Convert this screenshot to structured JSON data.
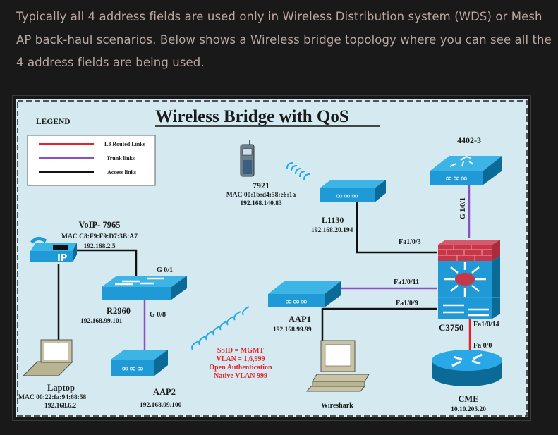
{
  "intro_text": "Typically all 4 address fields are used only in Wireless Distribution system (WDS) or Mesh AP back-haul scenarios. Below shows a Wireless bridge topology where you can see all the 4 address fields are being used.",
  "diagram": {
    "title": "Wireless Bridge with QoS",
    "legend": {
      "heading": "LEGEND",
      "items": [
        {
          "label": "L3 Routed Links",
          "color": "#e8202a"
        },
        {
          "label": "Trunk links",
          "color": "#8b4fc4"
        },
        {
          "label": "Access links",
          "color": "#111111"
        }
      ]
    },
    "devices": {
      "phone7921": {
        "name": "7921",
        "mac": "MAC 00:1b:d4:58:e6:1a",
        "ip": "192.168.140.83"
      },
      "l1130": {
        "name": "L1130",
        "ip": "192.168.20.194"
      },
      "wlc": {
        "name": "4402-3"
      },
      "voip": {
        "name": "VoIP- 7965",
        "mac": "MAC C8:F9:F9:D7:3B:A7",
        "ip": "192.168.2.5"
      },
      "r2960": {
        "name": "R2960",
        "ip": "192.168.99.101"
      },
      "aap1": {
        "name": "AAP1",
        "ip": "192.168.99.99"
      },
      "aap2": {
        "name": "AAP2",
        "ip": "192.168.99.100"
      },
      "laptop": {
        "name": "Laptop",
        "mac": "MAC 00:22:fa:94:68:58",
        "ip": "192.168.6.2"
      },
      "wireshark": {
        "name": "Wireshark"
      },
      "c3750": {
        "name": "C3750"
      },
      "cme": {
        "name": "CME",
        "ip": "10.10.205.20"
      }
    },
    "ports": {
      "g01": "G 0/1",
      "g08": "G 0/8",
      "fa103": "Fa1/0/3",
      "fa1011": "Fa1/0/11",
      "fa109": "Fa1/0/9",
      "fa1014": "Fa1/0/14",
      "fa00": "Fa 0/0",
      "g101": "G 1/0/1"
    },
    "ssid_info": [
      "SSID = MGMT",
      "VLAN = 1,6,999",
      "Open Authentication",
      "Native VLAN 999"
    ],
    "colors": {
      "device_blue": "#1f9ad6",
      "device_top": "#3cb4e6",
      "device_side": "#0b6b96",
      "firewall_red": "#c7374a",
      "ssid_text": "#e8202a",
      "wave": "#29a8e8",
      "beige": "#c9c3a3"
    }
  }
}
